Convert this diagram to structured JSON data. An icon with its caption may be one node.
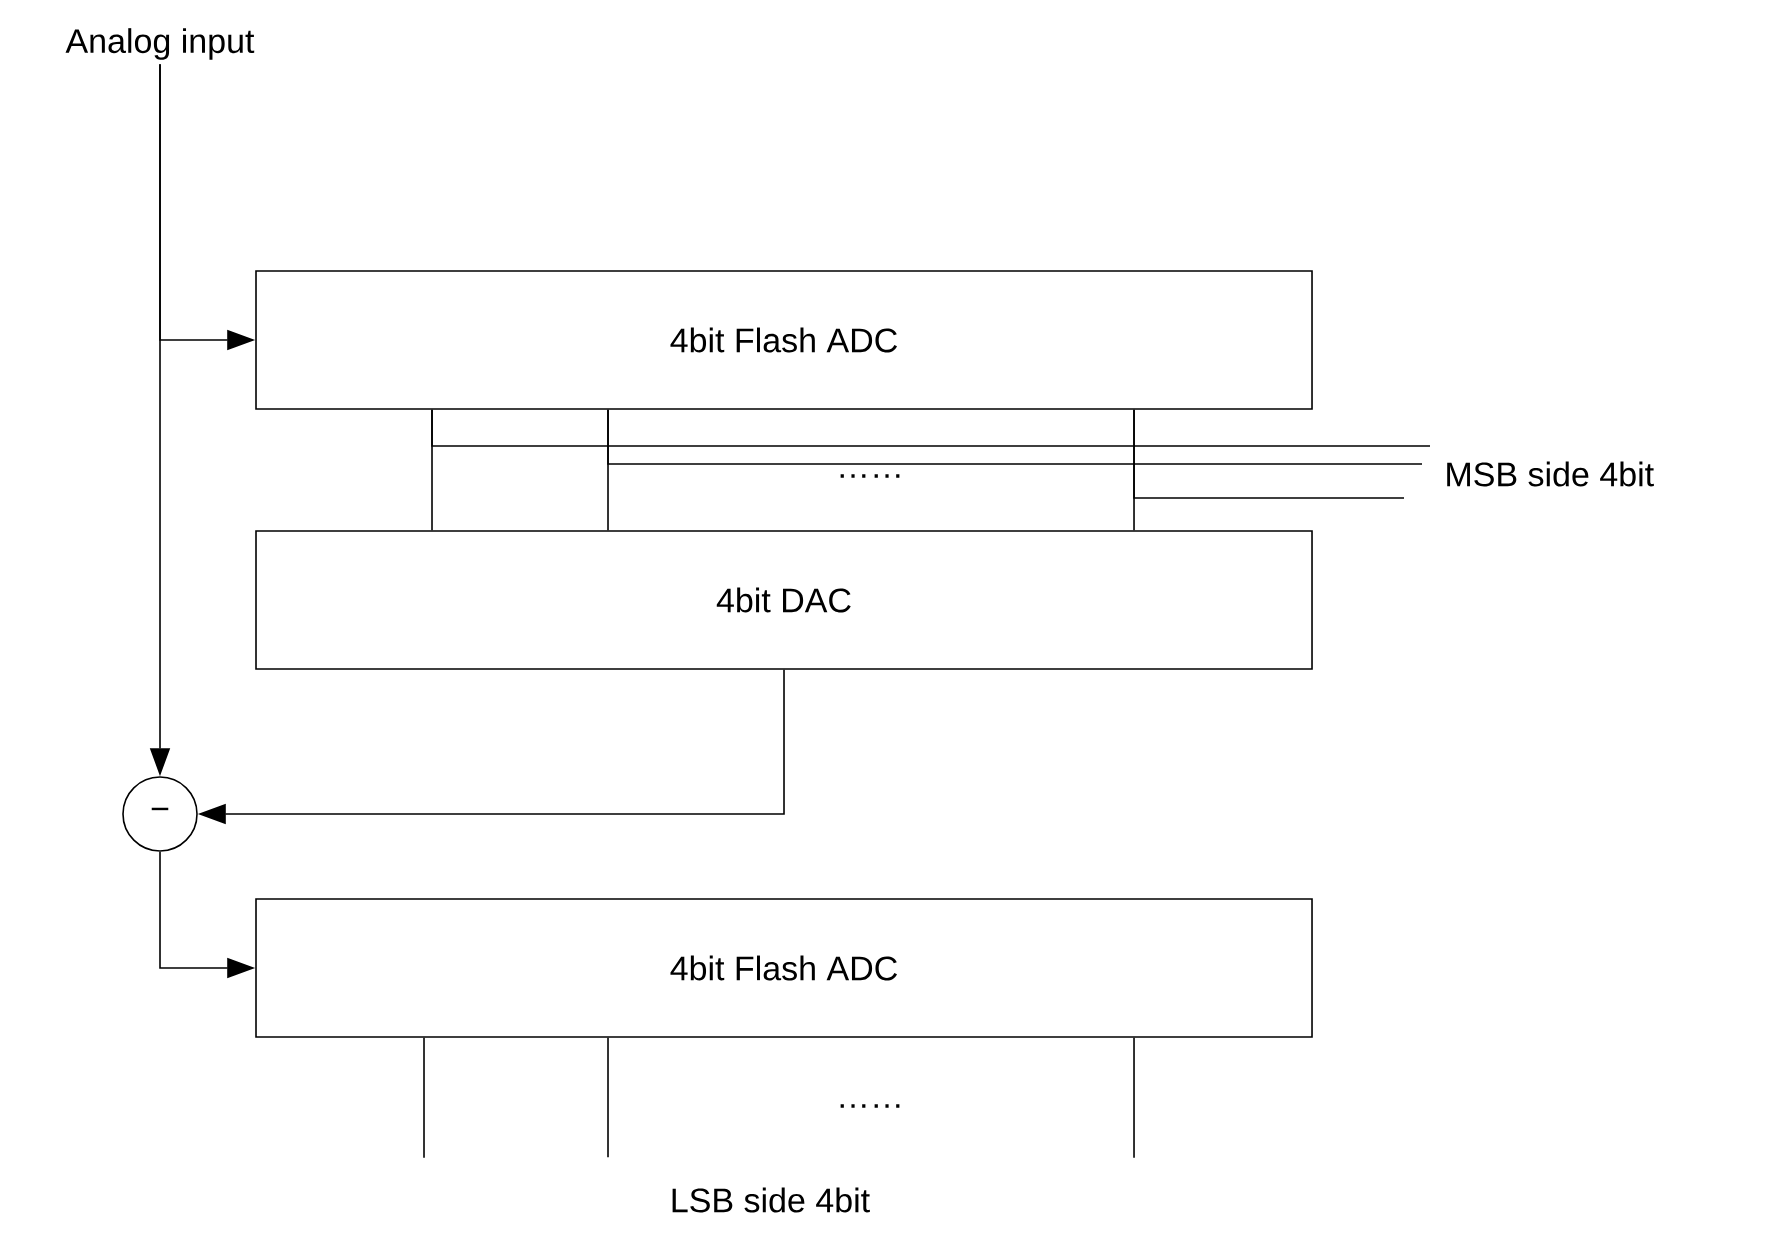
{
  "diagram": {
    "nodes": [
      {
        "text": [
          "Analog input"
        ]
      },
      {
        "text": [
          "4bit Flash ADC"
        ]
      },
      {
        "text": [
          "4bit DAC"
        ]
      },
      {
        "text": [
          "−"
        ]
      },
      {
        "text": [
          "4bit Flash ADC"
        ]
      },
      {
        "text": [
          "MSB side 4bit"
        ]
      },
      {
        "text": [
          "LSB side 4bit"
        ]
      }
    ],
    "edges": [
      {
        "from": 0,
        "to": 1,
        "arrow": "to"
      },
      {
        "from": 0,
        "to": 3,
        "arrow": "to"
      },
      {
        "from": 2,
        "to": 3,
        "arrow": "to"
      },
      {
        "from": 3,
        "to": 4,
        "arrow": "to"
      },
      {
        "from": 1,
        "to": 2,
        "arrow": "none"
      },
      {
        "from": 1,
        "to": 2,
        "arrow": "none"
      },
      {
        "from": 1,
        "to": 2,
        "arrow": "none"
      },
      {
        "from": 1,
        "to": 5,
        "arrow": "none"
      },
      {
        "from": 1,
        "to": 5,
        "arrow": "none"
      },
      {
        "from": 1,
        "to": 5,
        "arrow": "none"
      },
      {
        "from": 4,
        "to": null,
        "arrow": "none"
      },
      {
        "from": 4,
        "to": 6,
        "arrow": "none"
      },
      {
        "from": 4,
        "to": null,
        "arrow": "none"
      }
    ],
    "labels": [
      "……",
      "……"
    ]
  }
}
